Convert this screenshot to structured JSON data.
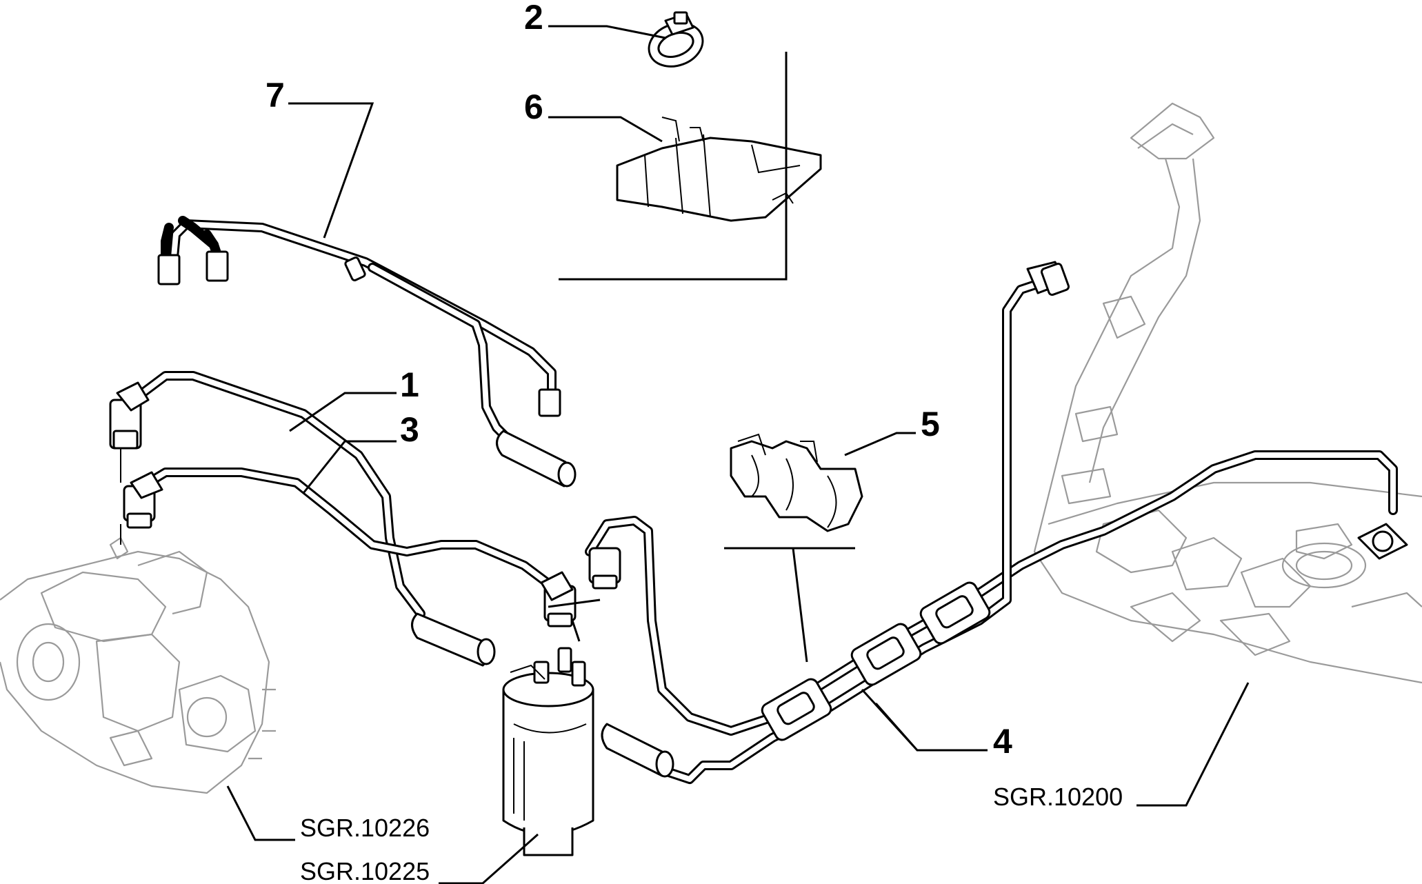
{
  "callouts": {
    "c1": "1",
    "c2": "2",
    "c3": "3",
    "c4": "4",
    "c5": "5",
    "c6": "6",
    "c7": "7"
  },
  "references": {
    "injection_pump": "SGR.10226",
    "fuel_filter": "SGR.10225",
    "fuel_tank": "SGR.10200"
  },
  "colors": {
    "line": "#000000",
    "ghost": "#9a9a9a",
    "background": "#ffffff"
  }
}
